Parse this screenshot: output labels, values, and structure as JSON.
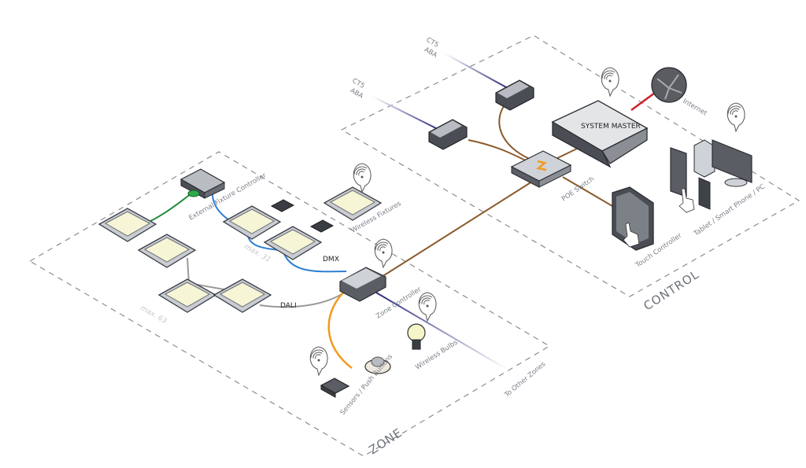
{
  "zones": {
    "zone_label": "ZONE",
    "control_label": "CONTROL"
  },
  "control": {
    "cts_top": {
      "line1": "CT5",
      "line2": "ABA"
    },
    "cts_left": {
      "line1": "CT5",
      "line2": "ABA"
    },
    "system_master": "SYSTEM MASTER",
    "internet": "Internet",
    "poe_switch": "POE Switch",
    "touch_controller": "Touch Controller",
    "tablet_phone_pc": "Tablet / Smart Phone / PC"
  },
  "zone": {
    "external_fixture_controller": "External Fixture Controller",
    "wireless_fixtures": "Wireless Fixtures",
    "max_31": "max. 31",
    "max_63": "max. 63",
    "dmx": "DMX",
    "dali": "DALI",
    "zone_controller": "Zone Controller",
    "wireless_bulbs": "Wireless Bulbs",
    "sensors_push_buttons": "Sensors / Push Buttons",
    "to_other_zones": "To Other Zones"
  },
  "colors": {
    "ethernet": "#8a5a2b",
    "internet": "#d0202a",
    "dmx": "#2f7fd0",
    "dali": "#9a9a9a",
    "external": "#1f8a3a",
    "sensor": "#f29a1f",
    "bus": "#2a2a80",
    "fixture": "#f6f5d6"
  }
}
